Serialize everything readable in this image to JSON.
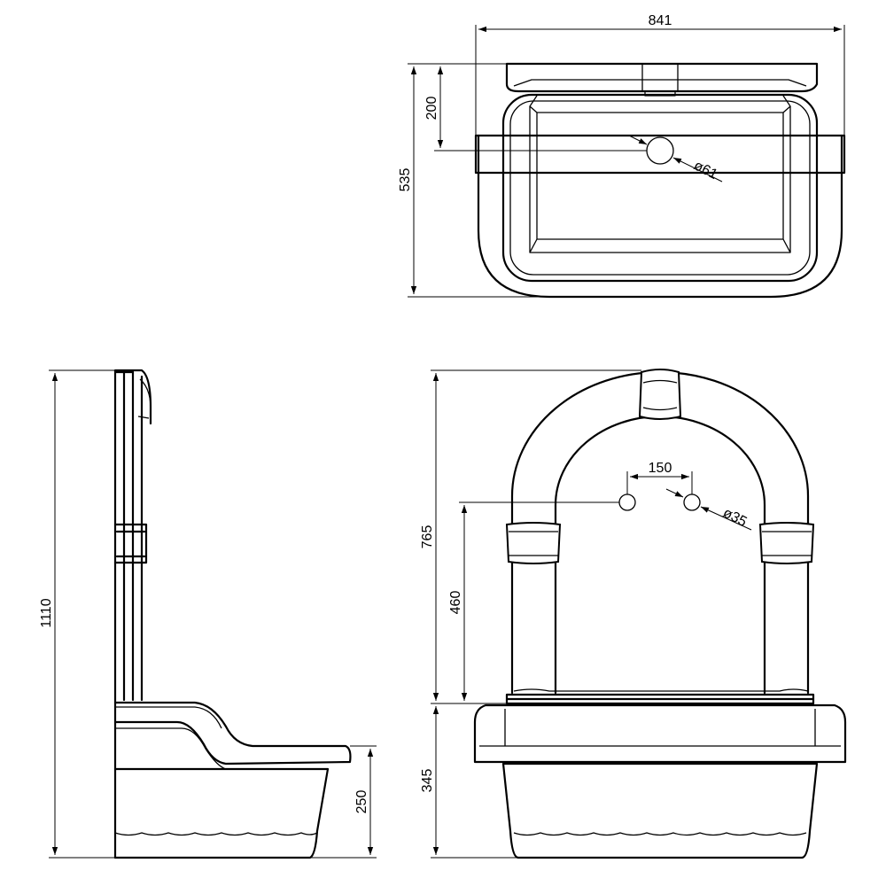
{
  "dimensions": {
    "top_view": {
      "width": "841",
      "depth": "535",
      "outlet_offset": "200",
      "outlet_diameter": "ø61"
    },
    "side_view": {
      "total_height": "1110",
      "basin_height": "250"
    },
    "front_view": {
      "frame_height": "765",
      "tap_height": "460",
      "basin_height": "345",
      "tap_spacing": "150",
      "tap_diameter": "ø35"
    }
  }
}
